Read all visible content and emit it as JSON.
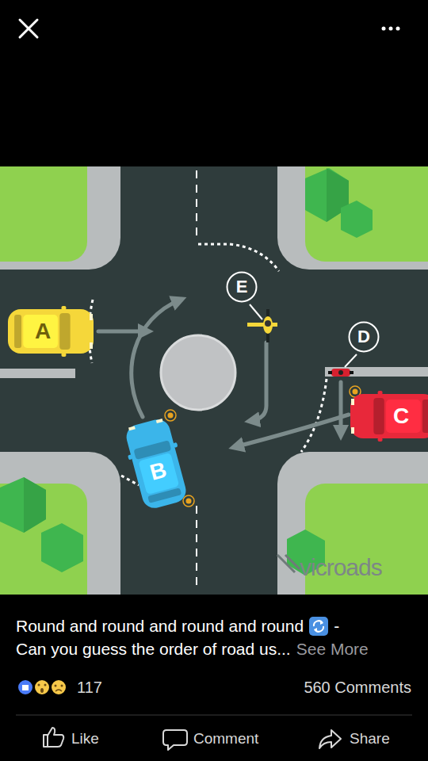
{
  "diagram": {
    "nodes": [
      {
        "text": [
          "E"
        ]
      },
      {
        "text": [
          "A"
        ]
      },
      {
        "text": [
          "D"
        ]
      },
      {
        "text": [
          "C"
        ]
      },
      {
        "text": [
          "B"
        ]
      }
    ],
    "labels": [
      "Round and round and round and round",
      "-",
      "Can you guess the order of road us...",
      "See More",
      "117",
      "560 Comments",
      "Like",
      "Comment",
      "Share",
      "vicroads"
    ]
  }
}
